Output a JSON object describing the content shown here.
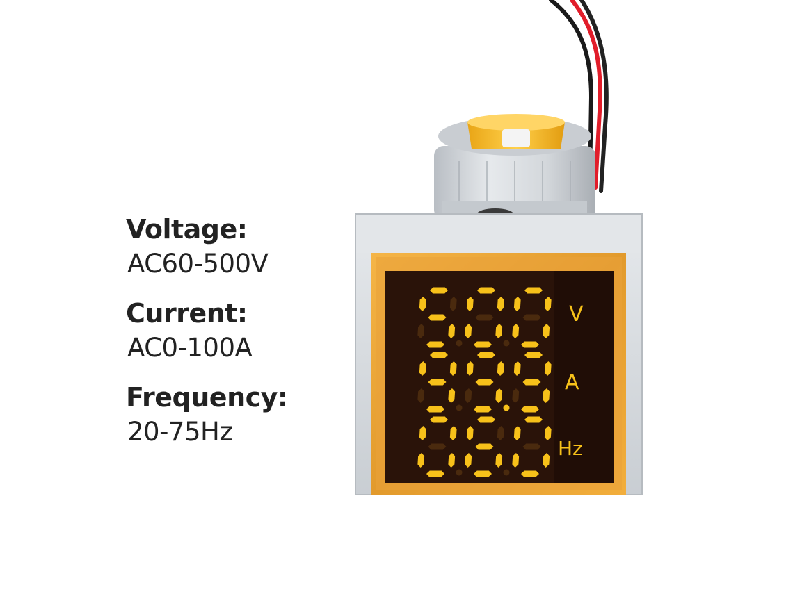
{
  "specs": [
    {
      "label": "Voltage:",
      "value": "AC60-500V"
    },
    {
      "label": "Current:",
      "value": "AC0-100A"
    },
    {
      "label": "Frequency:",
      "value": "20-75Hz"
    }
  ],
  "display": {
    "rows": [
      {
        "digits": "500",
        "dp": -1,
        "unit": "V"
      },
      {
        "digits": "999",
        "dp": 1,
        "unit": "A"
      },
      {
        "digits": "060",
        "dp": -1,
        "unit": "Hz"
      }
    ]
  },
  "colors": {
    "segment_on": "#f7c11a",
    "segment_off": "#4a2a0e",
    "screen": "#2a1309",
    "bezel": "#e8a33a",
    "housing": "#d9dde2"
  }
}
